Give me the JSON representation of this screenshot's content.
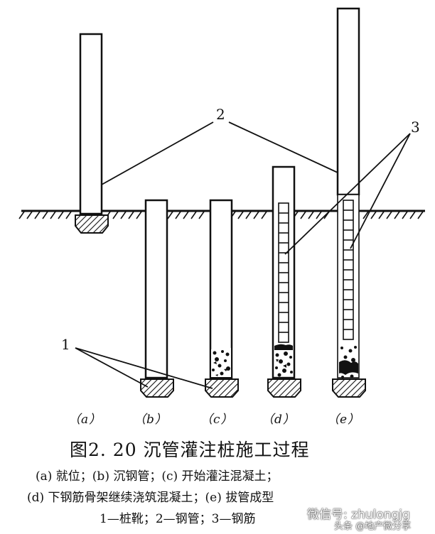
{
  "figure": {
    "callouts": [
      "1",
      "2",
      "3"
    ],
    "stage_labels": [
      "（a）",
      "（b）",
      "（c）",
      "（d）",
      "（e）"
    ],
    "title": "图2. 20  沉管灌注桩施工过程",
    "legend": [
      "(a) 就位；(b) 沉钢管；(c) 开始灌注混凝土；",
      "(d) 下钢筋骨架继续浇筑混凝土；(e) 拔管成型",
      "1—桩靴；2—钢管；3—钢筋"
    ]
  },
  "watermark": {
    "line1": "微信号: zhulongjg",
    "line2": "头条 @地产微分享"
  },
  "colors": {
    "ink": "#111111",
    "paper": "#ffffff"
  }
}
